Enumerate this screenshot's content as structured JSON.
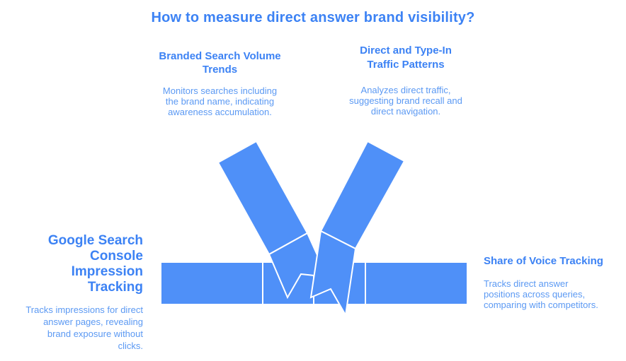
{
  "page": {
    "background_color": "#ffffff",
    "title_color": "#3c82f4",
    "heading_color": "#3c82f4",
    "body_text_color": "#5b99f3"
  },
  "title": "How to measure direct answer brand visibility?",
  "sections": {
    "top_left": {
      "heading_lines": [
        "Branded Search Volume",
        "Trends"
      ],
      "body_lines": [
        "Monitors searches including",
        "the brand name, indicating",
        "awareness accumulation."
      ]
    },
    "top_right": {
      "heading_lines": [
        "Direct and Type-In",
        "Traffic Patterns"
      ],
      "body_lines": [
        "Analyzes direct traffic,",
        "suggesting brand recall and",
        "direct navigation."
      ]
    },
    "left": {
      "heading_lines": [
        "Google Search",
        "Console Impression",
        "Tracking"
      ],
      "body_lines": [
        "Tracks impressions for direct",
        "answer pages, revealing",
        "brand exposure without",
        "clicks."
      ]
    },
    "right": {
      "heading_lines": [
        "Share of Voice Tracking"
      ],
      "body_lines": [
        "Tracks direct answer",
        "positions across queries,",
        "comparing with competitors."
      ]
    }
  },
  "diagram": {
    "ribbon_fill": "#4f90f8",
    "seam_color": "#ffffff",
    "arrows": [
      "branded-search-ribbon-top-left",
      "direct-traffic-ribbon-top-right",
      "impression-tracking-ribbon-left",
      "share-of-voice-ribbon-right"
    ]
  }
}
